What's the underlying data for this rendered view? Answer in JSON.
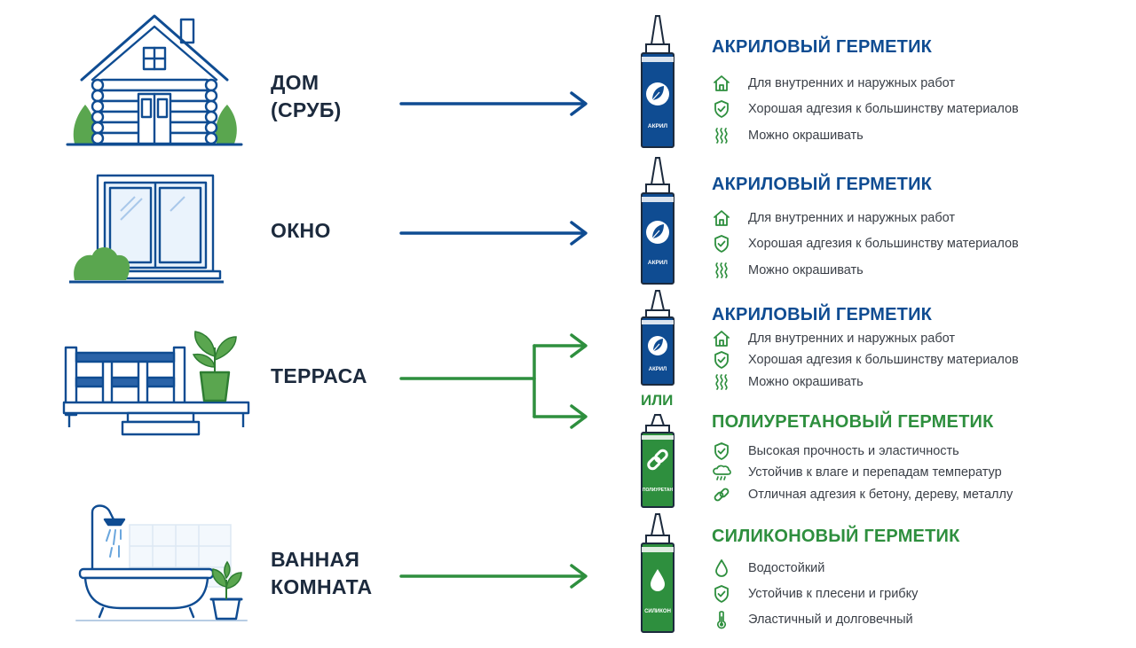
{
  "places": [
    {
      "lines": [
        "ДОМ",
        "(СРУБ)"
      ]
    },
    {
      "lines": [
        "ОКНО"
      ]
    },
    {
      "lines": [
        "ТЕРРАСА"
      ]
    },
    {
      "lines": [
        "ВАННАЯ",
        "КОМНАТА"
      ]
    }
  ],
  "or_label": "ИЛИ",
  "sealants": [
    {
      "title": "АКРИЛОВЫЙ ГЕРМЕТИК",
      "tube_label": "АКРИЛ",
      "tube_icon": "leaf-icon",
      "color": "#0f4c92",
      "features": [
        {
          "icon": "house-icon",
          "text": "Для внутренних и наружных работ"
        },
        {
          "icon": "shield-check-icon",
          "text": "Хорошая адгезия к большинству материалов"
        },
        {
          "icon": "waves-icon",
          "text": "Можно окрашивать"
        }
      ]
    },
    {
      "title": "АКРИЛОВЫЙ ГЕРМЕТИК",
      "tube_label": "АКРИЛ",
      "tube_icon": "leaf-icon",
      "color": "#0f4c92",
      "features": [
        {
          "icon": "house-icon",
          "text": "Для внутренних и наружных работ"
        },
        {
          "icon": "shield-check-icon",
          "text": "Хорошая адгезия к большинству материалов"
        },
        {
          "icon": "waves-icon",
          "text": "Можно окрашивать"
        }
      ]
    },
    {
      "title": "АКРИЛОВЫЙ ГЕРМЕТИК",
      "tube_label": "АКРИЛ",
      "tube_icon": "leaf-icon",
      "color": "#0f4c92",
      "features": [
        {
          "icon": "house-icon",
          "text": "Для внутренних и наружных работ"
        },
        {
          "icon": "shield-check-icon",
          "text": "Хорошая адгезия к большинству материалов"
        },
        {
          "icon": "waves-icon",
          "text": "Можно окрашивать"
        }
      ]
    },
    {
      "title": "ПОЛИУРЕТАНОВЫЙ ГЕРМЕТИК",
      "tube_label": "ПОЛИУРЕТАН",
      "tube_icon": "chain-link-icon",
      "color": "#2e8f3e",
      "features": [
        {
          "icon": "shield-check-icon",
          "text": "Высокая прочность и эластичность"
        },
        {
          "icon": "cloud-rain-icon",
          "text": "Устойчив к влаге и перепадам температур"
        },
        {
          "icon": "chain-link-icon",
          "text": "Отличная адгезия к бетону, дереву, металлу"
        }
      ]
    },
    {
      "title": "СИЛИКОНОВЫЙ ГЕРМЕТИК",
      "tube_label": "СИЛИКОН",
      "tube_icon": "water-drop-icon",
      "color": "#2e8f3e",
      "features": [
        {
          "icon": "water-drop-icon",
          "text": "Водостойкий"
        },
        {
          "icon": "shield-check-icon",
          "text": "Устойчив к плесени и грибку"
        },
        {
          "icon": "thermometer-icon",
          "text": "Эластичный и долговечный"
        }
      ]
    }
  ],
  "colors": {
    "blue": "#0f4c92",
    "green": "#2e8f3e",
    "text": "#1c2a3d"
  }
}
